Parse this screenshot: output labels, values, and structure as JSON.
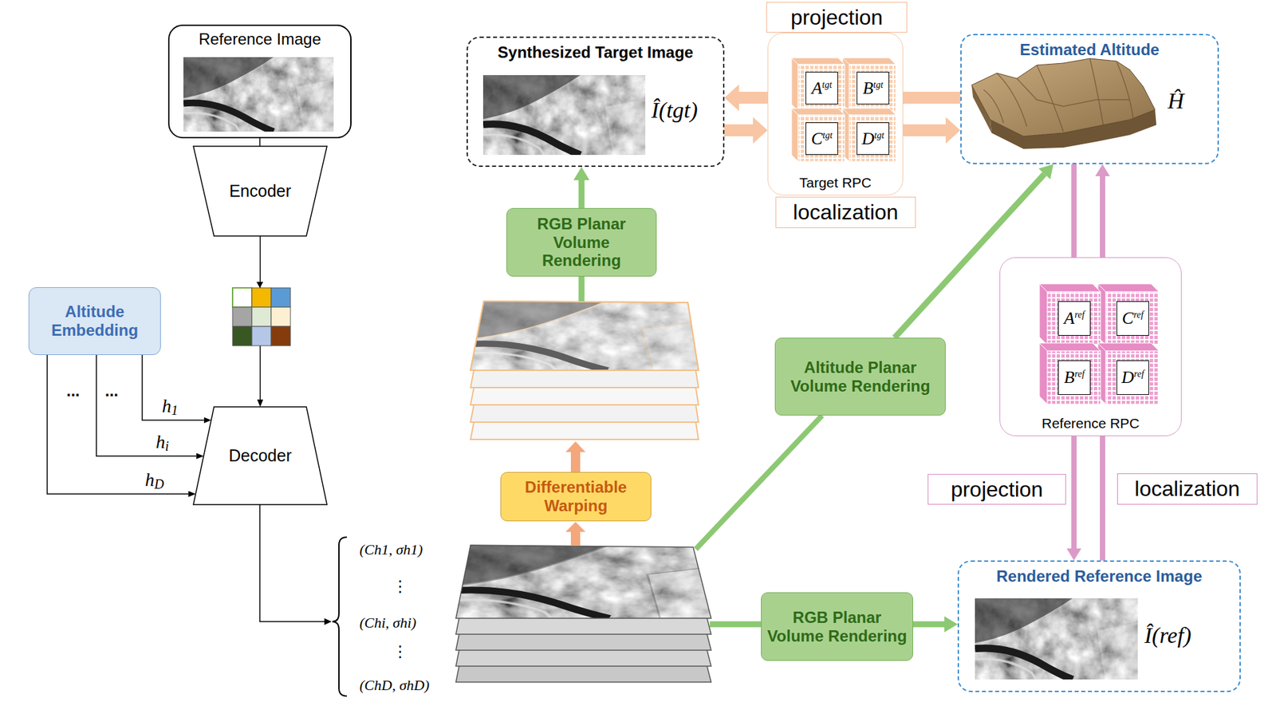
{
  "diagram": {
    "nodes": [
      {
        "text": [
          "Reference Image"
        ]
      },
      {
        "text": [
          "Synthesized Target Image",
          "Î(tgt)"
        ]
      },
      {
        "text": [
          "projection"
        ]
      },
      {
        "text": [
          "Target RPC"
        ]
      },
      {
        "text": [
          "Atgt"
        ],
        "in": 3
      },
      {
        "text": [
          "Btgt"
        ],
        "in": 3
      },
      {
        "text": [
          "Ctgt"
        ],
        "in": 3
      },
      {
        "text": [
          "Dtgt"
        ],
        "in": 3
      },
      {
        "text": [
          "Estimated Altitude",
          "Ĥ"
        ]
      },
      {
        "text": [
          "Encoder"
        ]
      },
      {
        "text": [
          "localization"
        ]
      },
      {
        "text": [
          "RGB Planar Volume Rendering"
        ]
      },
      {
        "text": [
          "Altitude Embedding"
        ]
      },
      {
        "text": [
          "Reference RPC"
        ]
      },
      {
        "text": [
          "Aref"
        ],
        "in": 13
      },
      {
        "text": [
          "Cref"
        ],
        "in": 13
      },
      {
        "text": [
          "Bref"
        ],
        "in": 13
      },
      {
        "text": [
          "Dref"
        ],
        "in": 13
      },
      {
        "text": [
          "Altitude Planar Volume Rendering"
        ]
      },
      {
        "text": [
          "Decoder"
        ]
      },
      {
        "text": [
          "Differentiable Warping"
        ]
      },
      {
        "text": [
          "projection"
        ]
      },
      {
        "text": [
          "localization"
        ]
      },
      {
        "text": [
          "RGB Planar Volume Rendering"
        ]
      },
      {
        "text": [
          "Rendered Reference Image",
          "Î(ref)"
        ]
      }
    ],
    "edges": [
      {
        "from": 0,
        "to": 9,
        "arrow": "none"
      },
      {
        "from": 9,
        "to": 19,
        "arrow": "to"
      },
      {
        "from": 12,
        "to": 19,
        "label": "h1",
        "arrow": "to"
      },
      {
        "from": 12,
        "to": 19,
        "label": "hi",
        "arrow": "to"
      },
      {
        "from": 12,
        "to": 19,
        "label": "hD",
        "arrow": "to"
      },
      {
        "from": 11,
        "to": 1,
        "arrow": "to"
      },
      {
        "from": 8,
        "to": 3,
        "arrow": "none"
      },
      {
        "from": 3,
        "to": 1,
        "arrow": "to"
      },
      {
        "from": 1,
        "to": 3,
        "arrow": "to"
      },
      {
        "from": 3,
        "to": 8,
        "arrow": "to"
      },
      {
        "from": 18,
        "to": 8,
        "arrow": "to"
      },
      {
        "from": 8,
        "to": 13,
        "arrow": "none"
      },
      {
        "from": 13,
        "to": 24,
        "arrow": "to"
      },
      {
        "from": 24,
        "to": 13,
        "arrow": "none"
      },
      {
        "from": 13,
        "to": 8,
        "arrow": "to"
      },
      {
        "from": 23,
        "to": 24,
        "arrow": "to"
      }
    ],
    "labels": [
      "...",
      "...",
      "(Ch1, σh1)",
      "⋮",
      "(Chi, σhi)",
      "⋮",
      "(ChD, σhD)"
    ]
  }
}
